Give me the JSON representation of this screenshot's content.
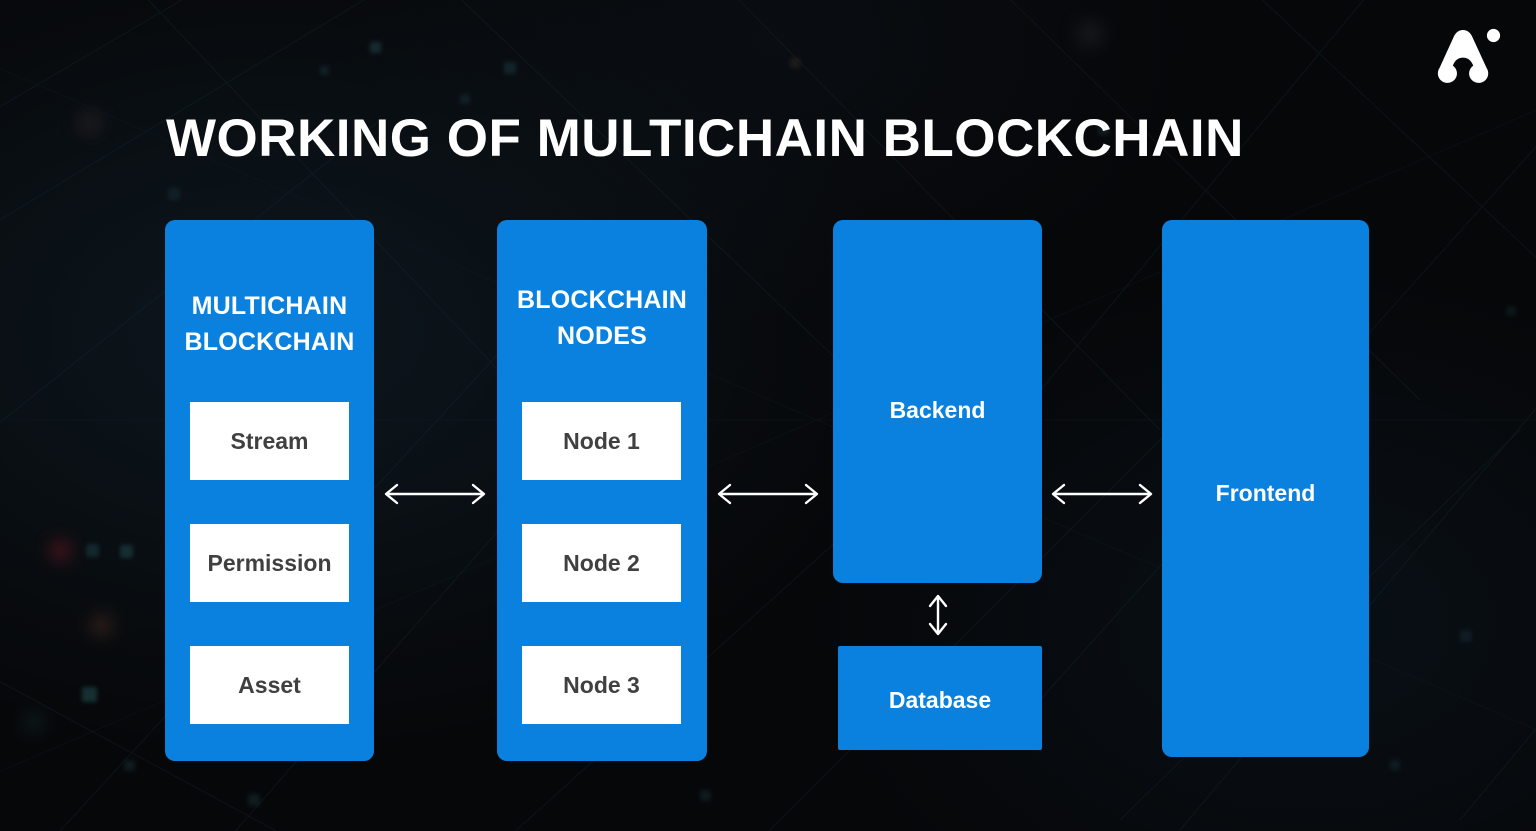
{
  "page": {
    "title": "WORKING OF MULTICHAIN BLOCKCHAIN",
    "background_color": "#060709",
    "accent_color": "#0a81de",
    "chip_text_color": "#404040",
    "logo_name": "brand-logo-a-mark"
  },
  "columns": {
    "multichain": {
      "title": "MULTICHAIN\nBLOCKCHAIN",
      "title_line1": "MULTICHAIN",
      "title_line2": "BLOCKCHAIN",
      "items": [
        {
          "label": "Stream"
        },
        {
          "label": "Permission"
        },
        {
          "label": "Asset"
        }
      ]
    },
    "nodes": {
      "title_line1": "BLOCKCHAIN",
      "title_line2": "NODES",
      "items": [
        {
          "label": "Node 1"
        },
        {
          "label": "Node 2"
        },
        {
          "label": "Node 3"
        }
      ]
    },
    "backend": {
      "label": "Backend"
    },
    "database": {
      "label": "Database"
    },
    "frontend": {
      "label": "Frontend"
    }
  },
  "connectors": [
    {
      "id": "multichain-to-nodes",
      "type": "bidirectional-horizontal"
    },
    {
      "id": "nodes-to-backend",
      "type": "bidirectional-horizontal"
    },
    {
      "id": "backend-to-frontend",
      "type": "bidirectional-horizontal"
    },
    {
      "id": "backend-to-database",
      "type": "bidirectional-vertical"
    }
  ]
}
